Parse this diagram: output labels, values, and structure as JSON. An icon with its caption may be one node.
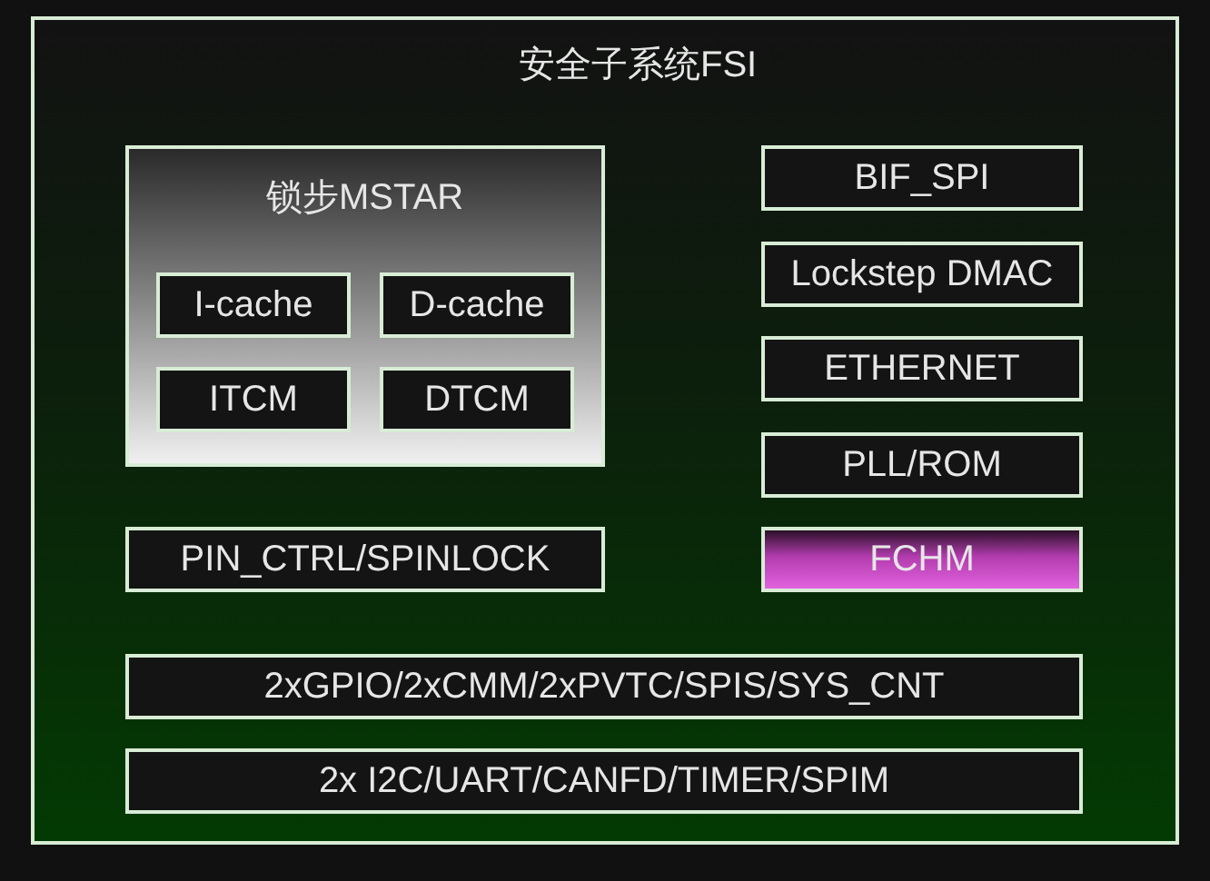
{
  "diagram": {
    "nodes": [
      {
        "text": [
          "安全子系统FSI"
        ]
      },
      {
        "text": [
          "锁步MSTAR"
        ],
        "in": 0
      },
      {
        "text": [
          "I-cache"
        ],
        "in": 1
      },
      {
        "text": [
          "D-cache"
        ],
        "in": 1
      },
      {
        "text": [
          "ITCM"
        ],
        "in": 1
      },
      {
        "text": [
          "DTCM"
        ],
        "in": 1
      },
      {
        "text": [
          "BIF_SPI"
        ],
        "in": 0
      },
      {
        "text": [
          "Lockstep DMAC"
        ],
        "in": 0
      },
      {
        "text": [
          "ETHERNET"
        ],
        "in": 0
      },
      {
        "text": [
          "PLL/ROM"
        ],
        "in": 0
      },
      {
        "text": [
          "PIN_CTRL/SPINLOCK"
        ],
        "in": 0
      },
      {
        "text": [
          "FCHM"
        ],
        "in": 0
      },
      {
        "text": [
          "2xGPIO/2xCMM/2xPVTC/SPIS/SYS_CNT"
        ],
        "in": 0
      },
      {
        "text": [
          "2x I2C/UART/CANFD/TIMER/SPIM"
        ],
        "in": 0
      }
    ]
  }
}
